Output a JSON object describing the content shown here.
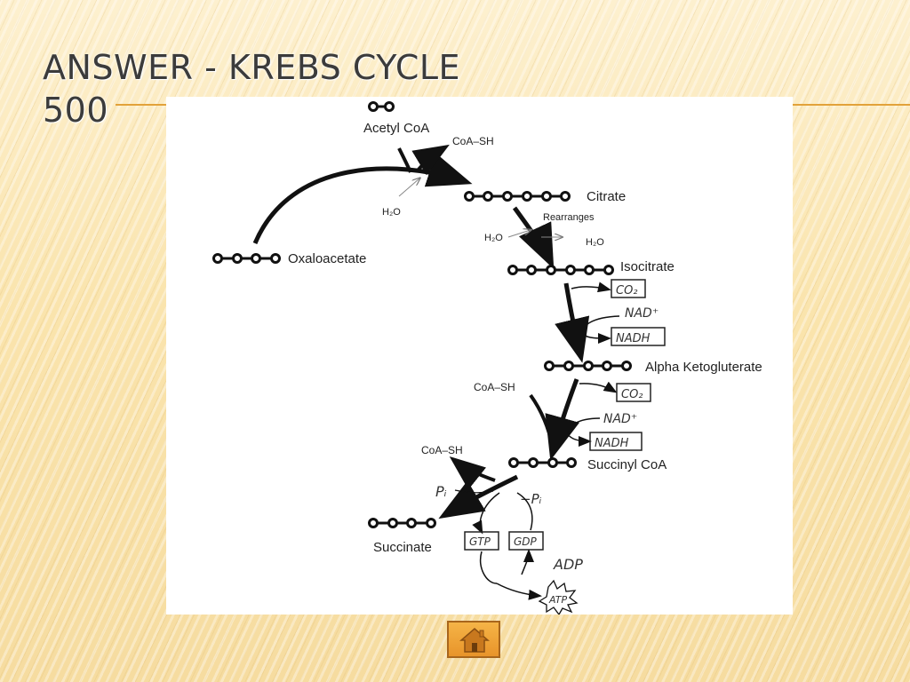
{
  "slide": {
    "title_line1": "ANSWER - KREBS CYCLE",
    "title_line2": "500"
  },
  "diagram": {
    "acetyl_coa": "Acetyl CoA",
    "coa_sh_top": "CoA–SH",
    "h2o_1": "H₂O",
    "citrate": "Citrate",
    "rearranges": "Rearranges",
    "h2o_2": "H₂O",
    "h2o_3": "H₂O",
    "oxaloacetate": "Oxaloacetate",
    "isocitrate": "Isocitrate",
    "co2_1": "CO₂",
    "nad_1": "NAD⁺",
    "nadh_1": "NADH",
    "alpha_kg": "Alpha Ketogluterate",
    "coa_sh_mid": "CoA–SH",
    "co2_2": "CO₂",
    "nad_2": "NAD⁺",
    "nadh_2": "NADH",
    "coa_sh_low": "CoA–SH",
    "succinyl_coa": "Succinyl CoA",
    "pi_in": "Pᵢ",
    "pi_out": "−Pᵢ",
    "succinate": "Succinate",
    "gtp": "GTP",
    "gdp": "GDP",
    "adp": "ADP",
    "atp": "ATP"
  },
  "nav": {
    "home_icon": "home-icon"
  }
}
